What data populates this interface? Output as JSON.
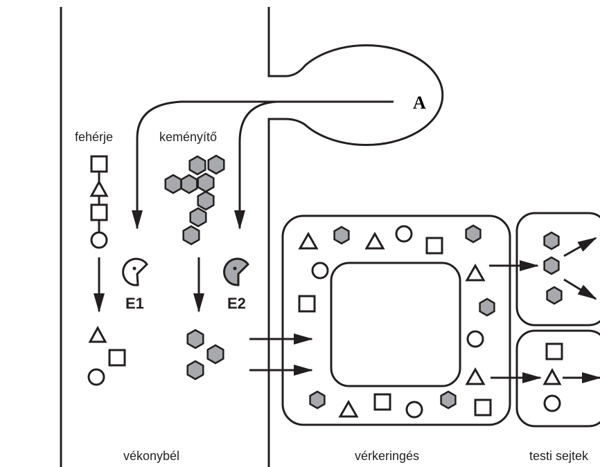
{
  "labels": {
    "protein": "fehérje",
    "starch": "keményítő",
    "enzyme1": "E1",
    "enzyme2": "E2",
    "organ_marker": "A",
    "small_intestine": "vékonybél",
    "circulation": "vérkeringés",
    "body_cells": "testi sejtek"
  },
  "colors": {
    "stroke": "#231f20",
    "glucose_fill": "#a7a9ac",
    "background": "#ffffff"
  },
  "icons": {
    "amino_acid_shapes": [
      "square",
      "triangle",
      "circle"
    ],
    "glucose_shape": "gray-hexagon",
    "enzyme_shape": "pac-man"
  }
}
